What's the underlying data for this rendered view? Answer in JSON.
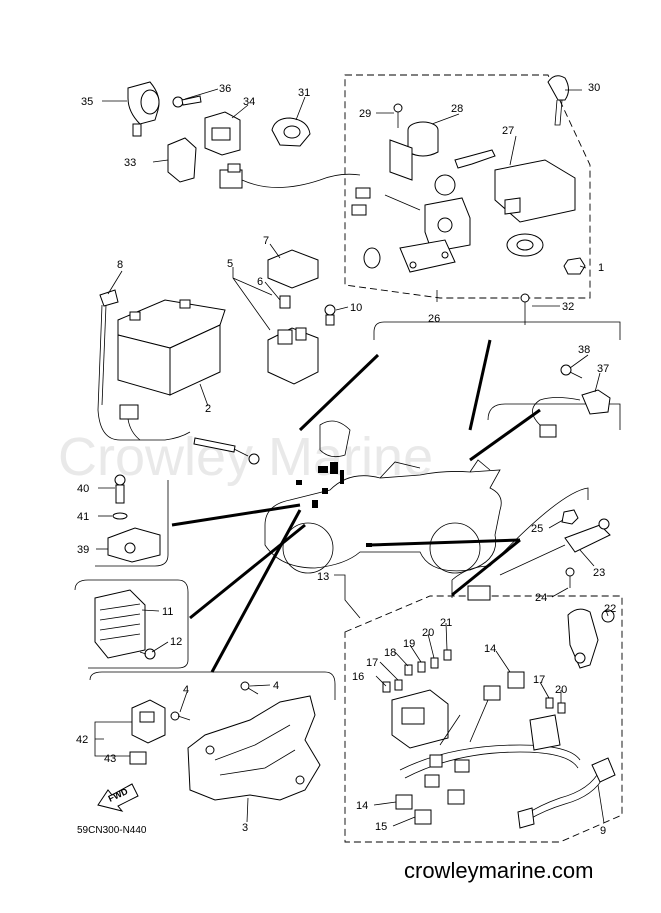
{
  "watermark": "Crowley Marine",
  "diagram_code": "59CN300-N440",
  "website": "crowleymarine.com",
  "fwd_label": "FWD",
  "callouts": [
    "1",
    "2",
    "3",
    "4",
    "4",
    "5",
    "6",
    "7",
    "8",
    "9",
    "10",
    "11",
    "12",
    "13",
    "14",
    "14",
    "15",
    "16",
    "17",
    "17",
    "18",
    "19",
    "20",
    "20",
    "21",
    "22",
    "23",
    "24",
    "25",
    "26",
    "27",
    "28",
    "29",
    "30",
    "31",
    "32",
    "33",
    "34",
    "35",
    "36",
    "37",
    "38",
    "39",
    "40",
    "41",
    "42",
    "43"
  ]
}
